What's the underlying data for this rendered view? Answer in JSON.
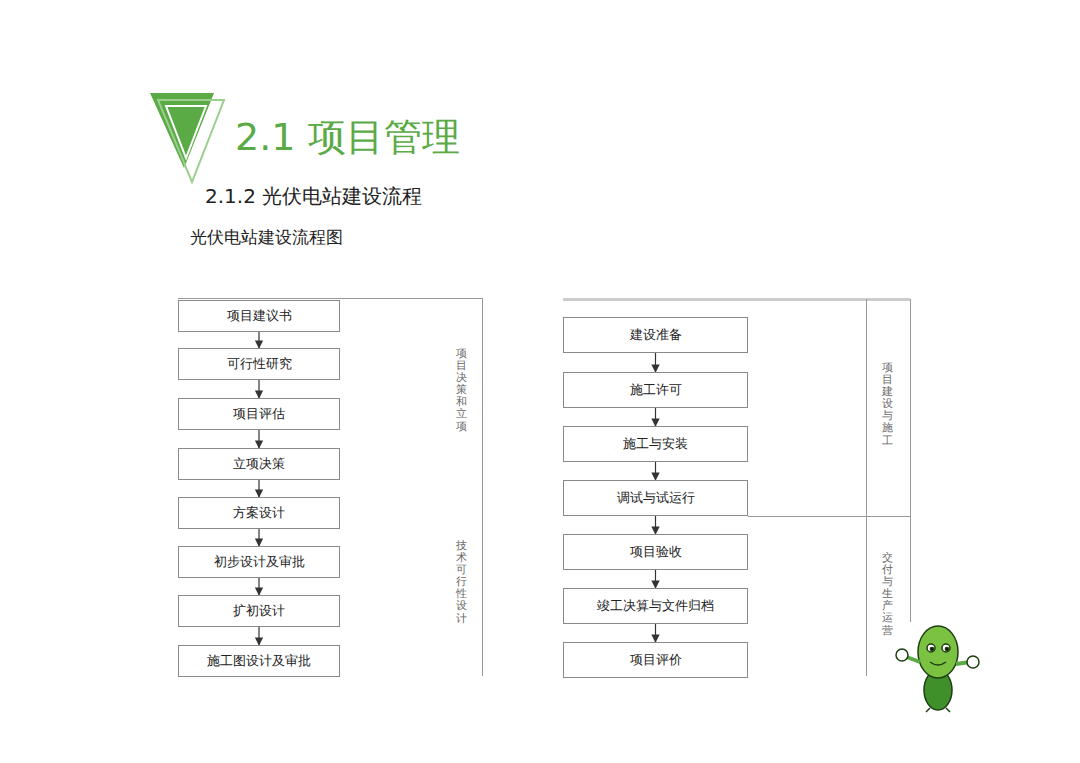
{
  "diagram": {
    "title": "2.1 项目管理",
    "nodes": [
      {
        "text": [
          "项目建议书"
        ]
      },
      {
        "text": [
          "可行性研究"
        ]
      },
      {
        "text": [
          "项目评估"
        ]
      },
      {
        "text": [
          "立项决策"
        ]
      },
      {
        "text": [
          "方案设计"
        ]
      },
      {
        "text": [
          "初步设计及审批"
        ]
      },
      {
        "text": [
          "扩初设计"
        ]
      },
      {
        "text": [
          "施工图设计及审批"
        ]
      },
      {
        "text": [
          "建设准备"
        ]
      },
      {
        "text": [
          "施工许可"
        ]
      },
      {
        "text": [
          "施工与安装"
        ]
      },
      {
        "text": [
          "调试与试运行"
        ]
      },
      {
        "text": [
          "项目验收"
        ]
      },
      {
        "text": [
          "竣工决算与文件归档"
        ]
      },
      {
        "text": [
          "项目评价"
        ]
      }
    ],
    "edges": [
      {
        "from": 0,
        "to": 1,
        "arrow": "to"
      },
      {
        "from": 1,
        "to": 2,
        "arrow": "to"
      },
      {
        "from": 2,
        "to": 3,
        "arrow": "to"
      },
      {
        "from": 3,
        "to": 4,
        "arrow": "to"
      },
      {
        "from": 4,
        "to": 5,
        "arrow": "to"
      },
      {
        "from": 5,
        "to": 6,
        "arrow": "to"
      },
      {
        "from": 6,
        "to": 7,
        "arrow": "to"
      },
      {
        "from": 8,
        "to": 9,
        "arrow": "to"
      },
      {
        "from": 9,
        "to": 10,
        "arrow": "to"
      },
      {
        "from": 10,
        "to": 11,
        "arrow": "to"
      },
      {
        "from": 11,
        "to": 12,
        "arrow": "to"
      },
      {
        "from": 12,
        "to": 13,
        "arrow": "to"
      },
      {
        "from": 13,
        "to": 14,
        "arrow": "to"
      }
    ],
    "labels": [
      "2.1.2 光伏电站建设流程",
      "光伏电站建设流程图",
      "项目决策和立项",
      "技术可行性设计",
      "项目建设与施工",
      "交付与生产运营"
    ]
  }
}
